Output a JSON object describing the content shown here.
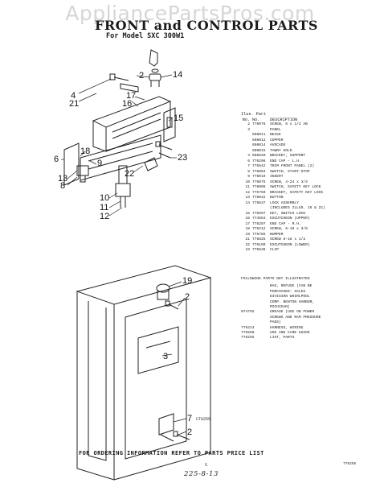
{
  "watermark": "AppliancePartsPros.com",
  "title": "FRONT and CONTROL PARTS",
  "subtitle": "For Model SXC 300W1",
  "parts_header": {
    "ilus": "Ilus. Part",
    "no": "No.",
    "part_no": "No.",
    "description": "DESCRIPTION"
  },
  "parts": [
    {
      "no": "2",
      "part": "776076",
      "desc": "SCREW, 8 x 1/2 AB"
    },
    {
      "no": "3",
      "part": "",
      "desc": "PANEL"
    },
    {
      "no": "",
      "part": "608011",
      "desc": "BEIGE"
    },
    {
      "no": "",
      "part": "608012",
      "desc": "COPPER"
    },
    {
      "no": "",
      "part": "608014",
      "desc": "AVOCADO"
    },
    {
      "no": "",
      "part": "608015",
      "desc": "TAWNY GOLD"
    },
    {
      "no": "4",
      "part": "608520",
      "desc": "BRACKET, SUPPORT"
    },
    {
      "no": "6",
      "part": "776296",
      "desc": "END CAP - L.H."
    },
    {
      "no": "7",
      "part": "776542",
      "desc": "TRIM FRONT PANEL (2)"
    },
    {
      "no": "8",
      "part": "776084",
      "desc": "SWITCH, START-STOP"
    },
    {
      "no": "9",
      "part": "776019",
      "desc": "INSERT"
    },
    {
      "no": "10",
      "part": "776075",
      "desc": "SCREW, 4-24 x 3/4"
    },
    {
      "no": "11",
      "part": "776096",
      "desc": "SWITCH, SAFETY KEY LOCK"
    },
    {
      "no": "12",
      "part": "775750",
      "desc": "BRACKET, SAFETY KEY LOCK"
    },
    {
      "no": "13",
      "part": "776042",
      "desc": "BUTTON"
    },
    {
      "no": "14",
      "part": "775637",
      "desc": "LOCK ASSEMBLY"
    },
    {
      "no": "",
      "part": "",
      "desc": "(INCLUDES ILLUS. 15 & 21)"
    },
    {
      "no": "15",
      "part": "775597",
      "desc": "KEY, SWITCH LOCK"
    },
    {
      "no": "16",
      "part": "774653",
      "desc": "ESCUTCHEON (UPPER)"
    },
    {
      "no": "17",
      "part": "776297",
      "desc": "END CAP - R.H."
    },
    {
      "no": "18",
      "part": "776212",
      "desc": "SCREW, 6-18 x 3/8"
    },
    {
      "no": "19",
      "part": "775785",
      "desc": "BUMPER"
    },
    {
      "no": "21",
      "part": "776825",
      "desc": "SCREW 8-18 x 1/2"
    },
    {
      "no": "22",
      "part": "776199",
      "desc": "ESCUTCHEON (LOWER)"
    },
    {
      "no": "23",
      "part": "775636",
      "desc": "CLIP"
    }
  ],
  "not_illustrated_header": "FOLLOWING PARTS NOT ILLUSTRATED",
  "not_illustrated": [
    {
      "part": "",
      "desc": "BAG, REFUSE (CAN BE"
    },
    {
      "part": "",
      "desc": "PURCHASED: SALES"
    },
    {
      "part": "",
      "desc": "DIVISION WHIRLPOOL"
    },
    {
      "part": "",
      "desc": "CORP. BENTON HARBOR,"
    },
    {
      "part": "",
      "desc": "MICHIGAN)"
    },
    {
      "part": "074792",
      "desc": "GREASE (USE ON POWER"
    },
    {
      "part": "",
      "desc": "SCREWS AND RAM PRESSURE"
    },
    {
      "part": "",
      "desc": "PADS)"
    },
    {
      "part": "776214",
      "desc": "HARNESS, WIRING"
    },
    {
      "part": "776250",
      "desc": "USE AND CARE GUIDE"
    },
    {
      "part": "776255",
      "desc": "LIST, PARTS"
    }
  ],
  "catalog_code": "CT6255",
  "footer": "FOR ORDERING INFORMATION REFER TO PARTS PRICE LIST",
  "page_number": "5",
  "handwritten": "225-8-13",
  "doc_code": "776255",
  "callouts": [
    "2",
    "14",
    "4",
    "21",
    "17",
    "16",
    "15",
    "6",
    "18",
    "9",
    "13",
    "8",
    "22",
    "23",
    "10",
    "11",
    "12",
    "19",
    "2",
    "3",
    "7",
    "2"
  ]
}
